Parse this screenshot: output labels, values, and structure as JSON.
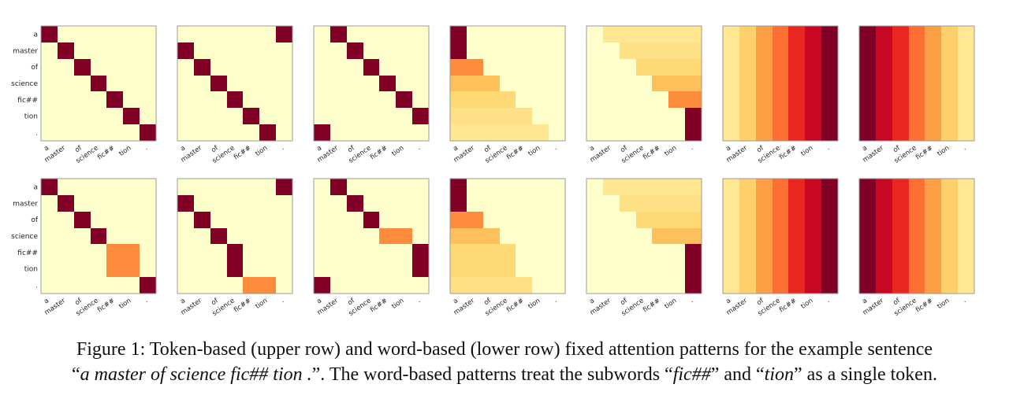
{
  "chart_data": {
    "type": "heatmap",
    "tokens": [
      "a",
      "master",
      "of",
      "science",
      "fic##",
      "tion",
      "."
    ],
    "color_scale": {
      "name": "YlOrRd",
      "stops": [
        "#ffffcc",
        "#ffeda0",
        "#fed976",
        "#feb24c",
        "#fd8d3c",
        "#fc4e2a",
        "#e31a1c",
        "#bd0026",
        "#800026"
      ]
    },
    "rows": [
      {
        "name": "Token-based",
        "panels": [
          {
            "matrix": [
              [
                1,
                0,
                0,
                0,
                0,
                0,
                0
              ],
              [
                0,
                1,
                0,
                0,
                0,
                0,
                0
              ],
              [
                0,
                0,
                1,
                0,
                0,
                0,
                0
              ],
              [
                0,
                0,
                0,
                1,
                0,
                0,
                0
              ],
              [
                0,
                0,
                0,
                0,
                1,
                0,
                0
              ],
              [
                0,
                0,
                0,
                0,
                0,
                1,
                0
              ],
              [
                0,
                0,
                0,
                0,
                0,
                0,
                1
              ]
            ]
          },
          {
            "matrix": [
              [
                0,
                0,
                0,
                0,
                0,
                0,
                1
              ],
              [
                1,
                0,
                0,
                0,
                0,
                0,
                0
              ],
              [
                0,
                1,
                0,
                0,
                0,
                0,
                0
              ],
              [
                0,
                0,
                1,
                0,
                0,
                0,
                0
              ],
              [
                0,
                0,
                0,
                1,
                0,
                0,
                0
              ],
              [
                0,
                0,
                0,
                0,
                1,
                0,
                0
              ],
              [
                0,
                0,
                0,
                0,
                0,
                1,
                0
              ]
            ]
          },
          {
            "matrix": [
              [
                0,
                1,
                0,
                0,
                0,
                0,
                0
              ],
              [
                0,
                0,
                1,
                0,
                0,
                0,
                0
              ],
              [
                0,
                0,
                0,
                1,
                0,
                0,
                0
              ],
              [
                0,
                0,
                0,
                0,
                1,
                0,
                0
              ],
              [
                0,
                0,
                0,
                0,
                0,
                1,
                0
              ],
              [
                0,
                0,
                0,
                0,
                0,
                0,
                1
              ],
              [
                1,
                0,
                0,
                0,
                0,
                0,
                0
              ]
            ]
          },
          {
            "matrix": [
              [
                1,
                0,
                0,
                0,
                0,
                0,
                0
              ],
              [
                1,
                0,
                0,
                0,
                0,
                0,
                0
              ],
              [
                0.5,
                0.5,
                0,
                0,
                0,
                0,
                0
              ],
              [
                0.33,
                0.33,
                0.33,
                0,
                0,
                0,
                0
              ],
              [
                0.25,
                0.25,
                0.25,
                0.25,
                0,
                0,
                0
              ],
              [
                0.2,
                0.2,
                0.2,
                0.2,
                0.2,
                0,
                0
              ],
              [
                0.17,
                0.17,
                0.17,
                0.17,
                0.17,
                0.17,
                0
              ]
            ]
          },
          {
            "matrix": [
              [
                0,
                0.17,
                0.17,
                0.17,
                0.17,
                0.17,
                0.17
              ],
              [
                0,
                0,
                0.2,
                0.2,
                0.2,
                0.2,
                0.2
              ],
              [
                0,
                0,
                0,
                0.25,
                0.25,
                0.25,
                0.25
              ],
              [
                0,
                0,
                0,
                0,
                0.33,
                0.33,
                0.33
              ],
              [
                0,
                0,
                0,
                0,
                0,
                0.5,
                0.5
              ],
              [
                0,
                0,
                0,
                0,
                0,
                0,
                1
              ],
              [
                0,
                0,
                0,
                0,
                0,
                0,
                1
              ]
            ]
          },
          {
            "matrix": [
              [
                0.04,
                0.07,
                0.11,
                0.14,
                0.18,
                0.21,
                0.25
              ],
              [
                0.04,
                0.07,
                0.11,
                0.14,
                0.18,
                0.21,
                0.25
              ],
              [
                0.04,
                0.07,
                0.11,
                0.14,
                0.18,
                0.21,
                0.25
              ],
              [
                0.04,
                0.07,
                0.11,
                0.14,
                0.18,
                0.21,
                0.25
              ],
              [
                0.04,
                0.07,
                0.11,
                0.14,
                0.18,
                0.21,
                0.25
              ],
              [
                0.04,
                0.07,
                0.11,
                0.14,
                0.18,
                0.21,
                0.25
              ],
              [
                0.04,
                0.07,
                0.11,
                0.14,
                0.18,
                0.21,
                0.25
              ]
            ]
          },
          {
            "matrix": [
              [
                0.25,
                0.21,
                0.18,
                0.14,
                0.11,
                0.07,
                0.04
              ],
              [
                0.25,
                0.21,
                0.18,
                0.14,
                0.11,
                0.07,
                0.04
              ],
              [
                0.25,
                0.21,
                0.18,
                0.14,
                0.11,
                0.07,
                0.04
              ],
              [
                0.25,
                0.21,
                0.18,
                0.14,
                0.11,
                0.07,
                0.04
              ],
              [
                0.25,
                0.21,
                0.18,
                0.14,
                0.11,
                0.07,
                0.04
              ],
              [
                0.25,
                0.21,
                0.18,
                0.14,
                0.11,
                0.07,
                0.04
              ],
              [
                0.25,
                0.21,
                0.18,
                0.14,
                0.11,
                0.07,
                0.04
              ]
            ]
          }
        ]
      },
      {
        "name": "Word-based",
        "panels": [
          {
            "matrix": [
              [
                1,
                0,
                0,
                0,
                0,
                0,
                0
              ],
              [
                0,
                1,
                0,
                0,
                0,
                0,
                0
              ],
              [
                0,
                0,
                1,
                0,
                0,
                0,
                0
              ],
              [
                0,
                0,
                0,
                1,
                0,
                0,
                0
              ],
              [
                0,
                0,
                0,
                0,
                0.5,
                0.5,
                0
              ],
              [
                0,
                0,
                0,
                0,
                0.5,
                0.5,
                0
              ],
              [
                0,
                0,
                0,
                0,
                0,
                0,
                1
              ]
            ]
          },
          {
            "matrix": [
              [
                0,
                0,
                0,
                0,
                0,
                0,
                1
              ],
              [
                1,
                0,
                0,
                0,
                0,
                0,
                0
              ],
              [
                0,
                1,
                0,
                0,
                0,
                0,
                0
              ],
              [
                0,
                0,
                1,
                0,
                0,
                0,
                0
              ],
              [
                0,
                0,
                0,
                1,
                0,
                0,
                0
              ],
              [
                0,
                0,
                0,
                1,
                0,
                0,
                0
              ],
              [
                0,
                0,
                0,
                0,
                0.5,
                0.5,
                0
              ]
            ]
          },
          {
            "matrix": [
              [
                0,
                1,
                0,
                0,
                0,
                0,
                0
              ],
              [
                0,
                0,
                1,
                0,
                0,
                0,
                0
              ],
              [
                0,
                0,
                0,
                1,
                0,
                0,
                0
              ],
              [
                0,
                0,
                0,
                0,
                0.5,
                0.5,
                0
              ],
              [
                0,
                0,
                0,
                0,
                0,
                0,
                1
              ],
              [
                0,
                0,
                0,
                0,
                0,
                0,
                1
              ],
              [
                1,
                0,
                0,
                0,
                0,
                0,
                0
              ]
            ]
          },
          {
            "matrix": [
              [
                1,
                0,
                0,
                0,
                0,
                0,
                0
              ],
              [
                1,
                0,
                0,
                0,
                0,
                0,
                0
              ],
              [
                0.5,
                0.5,
                0,
                0,
                0,
                0,
                0
              ],
              [
                0.33,
                0.33,
                0.33,
                0,
                0,
                0,
                0
              ],
              [
                0.25,
                0.25,
                0.25,
                0.25,
                0,
                0,
                0
              ],
              [
                0.25,
                0.25,
                0.25,
                0.25,
                0,
                0,
                0
              ],
              [
                0.2,
                0.2,
                0.2,
                0.2,
                0.2,
                0,
                0
              ]
            ]
          },
          {
            "matrix": [
              [
                0,
                0.17,
                0.17,
                0.17,
                0.17,
                0.17,
                0.17
              ],
              [
                0,
                0,
                0.2,
                0.2,
                0.2,
                0.2,
                0.2
              ],
              [
                0,
                0,
                0,
                0.25,
                0.25,
                0.25,
                0.25
              ],
              [
                0,
                0,
                0,
                0,
                0.33,
                0.33,
                0.33
              ],
              [
                0,
                0,
                0,
                0,
                0,
                0,
                1
              ],
              [
                0,
                0,
                0,
                0,
                0,
                0,
                1
              ],
              [
                0,
                0,
                0,
                0,
                0,
                0,
                1
              ]
            ]
          },
          {
            "matrix": [
              [
                0.04,
                0.07,
                0.11,
                0.14,
                0.18,
                0.21,
                0.25
              ],
              [
                0.04,
                0.07,
                0.11,
                0.14,
                0.18,
                0.21,
                0.25
              ],
              [
                0.04,
                0.07,
                0.11,
                0.14,
                0.18,
                0.21,
                0.25
              ],
              [
                0.04,
                0.07,
                0.11,
                0.14,
                0.18,
                0.21,
                0.25
              ],
              [
                0.04,
                0.07,
                0.11,
                0.14,
                0.18,
                0.21,
                0.25
              ],
              [
                0.04,
                0.07,
                0.11,
                0.14,
                0.18,
                0.21,
                0.25
              ],
              [
                0.04,
                0.07,
                0.11,
                0.14,
                0.18,
                0.21,
                0.25
              ]
            ]
          },
          {
            "matrix": [
              [
                0.25,
                0.21,
                0.18,
                0.14,
                0.11,
                0.07,
                0.04
              ],
              [
                0.25,
                0.21,
                0.18,
                0.14,
                0.11,
                0.07,
                0.04
              ],
              [
                0.25,
                0.21,
                0.18,
                0.14,
                0.11,
                0.07,
                0.04
              ],
              [
                0.25,
                0.21,
                0.18,
                0.14,
                0.11,
                0.07,
                0.04
              ],
              [
                0.25,
                0.21,
                0.18,
                0.14,
                0.11,
                0.07,
                0.04
              ],
              [
                0.25,
                0.21,
                0.18,
                0.14,
                0.11,
                0.07,
                0.04
              ],
              [
                0.25,
                0.21,
                0.18,
                0.14,
                0.11,
                0.07,
                0.04
              ]
            ]
          }
        ]
      }
    ]
  },
  "caption": {
    "line1": "Figure 1: Token-based (upper row) and word-based (lower row) fixed attention patterns for the example sentence",
    "line2_quote_open": "“",
    "line2_sentence": "a master of science fic## tion .",
    "line2_mid": "”. The word-based patterns treat the subwords “",
    "line2_word1": "fic##",
    "line2_and": "” and “",
    "line2_word2": "tion",
    "line2_end": "” as a single token."
  }
}
